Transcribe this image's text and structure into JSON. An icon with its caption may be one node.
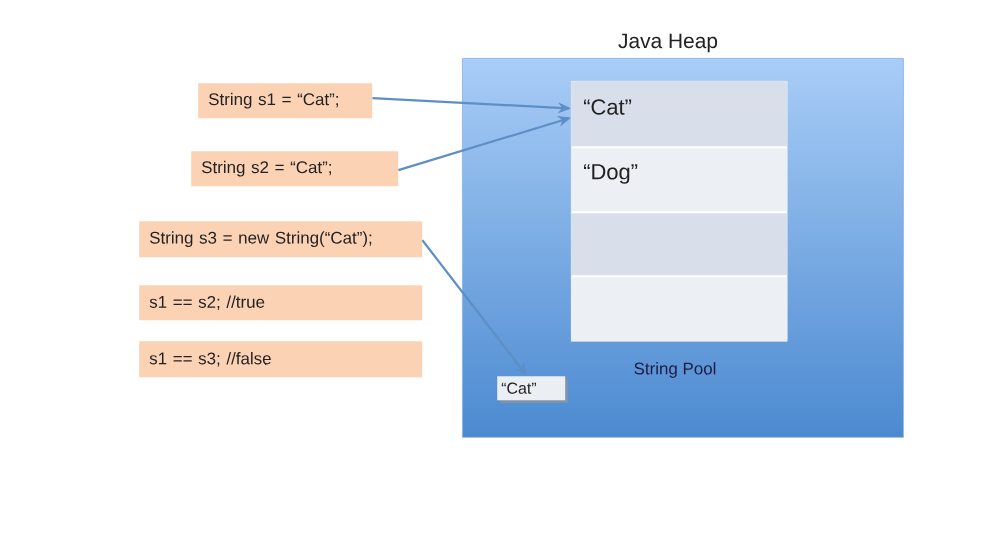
{
  "diagram": {
    "nodes": [
      {
        "text": [
          "Java Heap"
        ]
      },
      {
        "text": [
          "String Pool"
        ],
        "in": 0
      },
      {
        "text": [
          "“Cat”"
        ],
        "in": 1
      },
      {
        "text": [
          "“Dog”"
        ],
        "in": 1
      },
      {
        "text": [],
        "shape": "box",
        "in": 1
      },
      {
        "text": [],
        "shape": "box",
        "in": 1
      },
      {
        "text": [
          "“Cat”"
        ],
        "in": 0
      },
      {
        "text": [
          "String s1 = “Cat”;"
        ]
      },
      {
        "text": [
          "String s2 = “Cat”;"
        ]
      },
      {
        "text": [
          "String s3 = new String(“Cat”);"
        ]
      },
      {
        "text": [
          "s1 == s2; //true"
        ]
      },
      {
        "text": [
          "s1 == s3; //false"
        ]
      }
    ],
    "edges": [
      {
        "from": 7,
        "to": 2,
        "arrow": "to"
      },
      {
        "from": 8,
        "to": 2,
        "arrow": "to"
      },
      {
        "from": 9,
        "to": 6,
        "arrow": "to"
      }
    ]
  }
}
